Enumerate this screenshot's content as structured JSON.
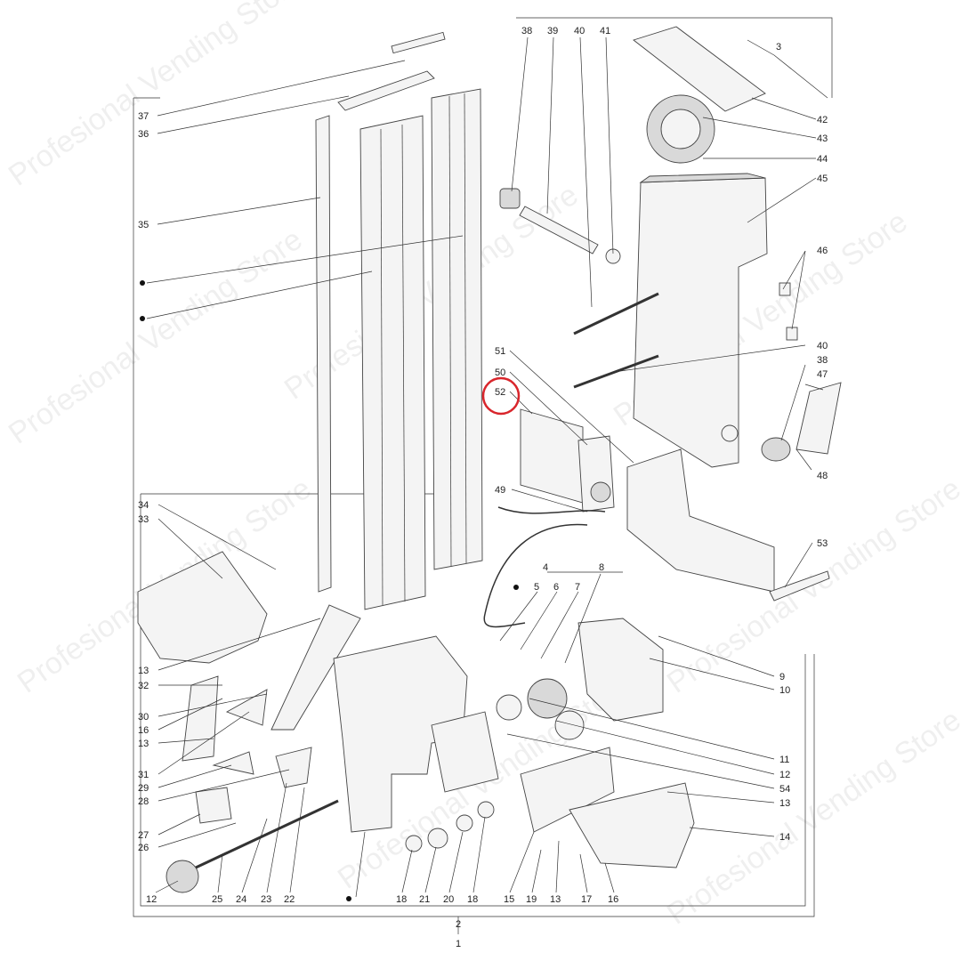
{
  "watermark": "Profesional Vending Store",
  "highlight_color": "#d9262c",
  "highlight_label": "52",
  "labels": {
    "l1": "1",
    "l2": "2",
    "l3": "3",
    "l4": "4",
    "l5": "5",
    "l6": "6",
    "l7": "7",
    "l8": "8",
    "l9": "9",
    "l10": "10",
    "l11": "11",
    "l12a": "12",
    "l12b": "12",
    "l13a": "13",
    "l13b": "13",
    "l13c": "13",
    "l13d": "13",
    "l14": "14",
    "l15": "15",
    "l16a": "16",
    "l16b": "16",
    "l17": "17",
    "l18a": "18",
    "l18b": "18",
    "l19": "19",
    "l20": "20",
    "l21": "21",
    "l22": "22",
    "l23": "23",
    "l24": "24",
    "l25": "25",
    "l26": "26",
    "l27": "27",
    "l28": "28",
    "l29": "29",
    "l30": "30",
    "l31": "31",
    "l32": "32",
    "l33": "33",
    "l34": "34",
    "l35": "35",
    "l36": "36",
    "l37": "37",
    "l38a": "38",
    "l38b": "38",
    "l39": "39",
    "l40a": "40",
    "l40b": "40",
    "l41": "41",
    "l42": "42",
    "l43": "43",
    "l44": "44",
    "l45": "45",
    "l46": "46",
    "l47": "47",
    "l48": "48",
    "l49": "49",
    "l50": "50",
    "l51": "51",
    "l52": "52",
    "l53": "53",
    "l54": "54"
  }
}
